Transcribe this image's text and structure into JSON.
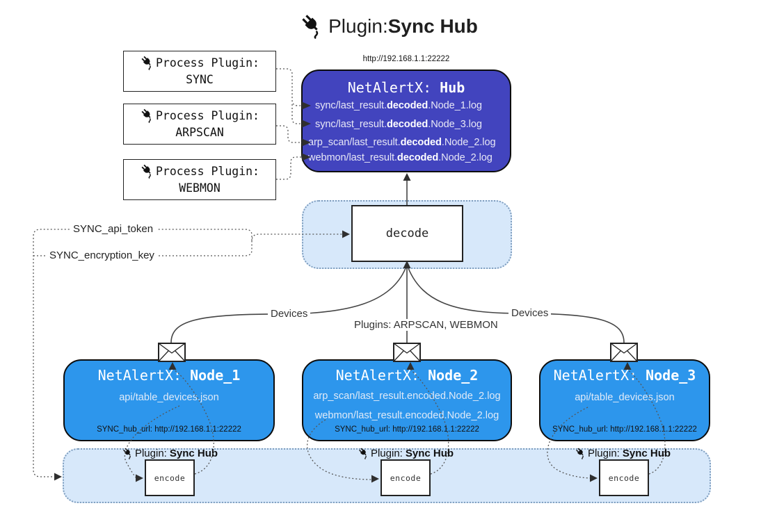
{
  "title": {
    "prefix": "Plugin: ",
    "bold": "Sync Hub"
  },
  "icons": {
    "plug": "plug-icon",
    "envelope": "envelope-icon"
  },
  "colors": {
    "hub_fill": "#4244BE",
    "node_fill": "#2D96EC",
    "band_fill": "#D7E8FA",
    "band_border": "#7E9DBE",
    "line": "#444444",
    "dotted_line": "#555555"
  },
  "process_plugins": [
    {
      "line1": "Process Plugin:",
      "name": "SYNC"
    },
    {
      "line1": "Process Plugin:",
      "name": "ARPSCAN"
    },
    {
      "line1": "Process Plugin:",
      "name": "WEBMON"
    }
  ],
  "hub": {
    "url": "http://192.168.1.1:22222",
    "title_prefix": "NetAlertX: ",
    "title_bold": "Hub",
    "logs": [
      {
        "pre": "sync/last_result.",
        "bold": "decoded",
        "post": ".Node_1.log"
      },
      {
        "pre": "sync/last_result.",
        "bold": "decoded",
        "post": ".Node_3.log"
      },
      {
        "pre": "arp_scan/last_result.",
        "bold": "decoded",
        "post": ".Node_2.log"
      },
      {
        "pre": "webmon/last_result.",
        "bold": "decoded",
        "post": ".Node_2.log"
      }
    ]
  },
  "decode": {
    "label": "decode"
  },
  "secrets": {
    "api_token": "SYNC_api_token",
    "encryption_key": "SYNC_encryption_key"
  },
  "edges": {
    "devices_left": "Devices",
    "devices_right": "Devices",
    "plugins_mid": "Plugins: ARPSCAN, WEBMON"
  },
  "nodes": [
    {
      "title_prefix": "NetAlertX: ",
      "title_bold": "Node_1",
      "files": [
        "api/table_devices.json"
      ],
      "hub_url": "SYNC_hub_url: http://192.168.1.1:22222"
    },
    {
      "title_prefix": "NetAlertX: ",
      "title_bold": "Node_2",
      "files": [
        "arp_scan/last_result.encoded.Node_2.log",
        "webmon/last_result.encoded.Node_2.log"
      ],
      "hub_url": "SYNC_hub_url: http://192.168.1.1:22222"
    },
    {
      "title_prefix": "NetAlertX: ",
      "title_bold": "Node_3",
      "files": [
        "api/table_devices.json"
      ],
      "hub_url": "SYNC_hub_url: http://192.168.1.1:22222"
    }
  ],
  "encoders": [
    {
      "plugin_prefix": "Plugin:",
      "plugin_bold": "Sync Hub",
      "label": "encode"
    },
    {
      "plugin_prefix": "Plugin:",
      "plugin_bold": "Sync Hub",
      "label": "encode"
    },
    {
      "plugin_prefix": "Plugin:",
      "plugin_bold": "Sync Hub",
      "label": "encode"
    }
  ]
}
